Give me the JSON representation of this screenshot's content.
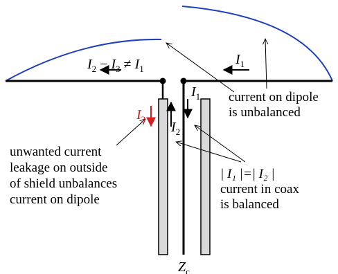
{
  "labels": {
    "top_current_diff": {
      "i2": "I",
      "i2_sub": "2",
      "minus": " − ",
      "i3": "I",
      "i3_sub": "3",
      "neq": " ≠ ",
      "i1": "I",
      "i1_sub": "1"
    },
    "right_current": {
      "sym": "I",
      "sub": "1"
    },
    "inner_current_1": {
      "sym": "I",
      "sub": "1"
    },
    "inner_current_2": {
      "sym": "I",
      "sub": "2"
    },
    "leak_current": {
      "sym": "I",
      "sub": "3"
    },
    "impedance": {
      "sym": "Z",
      "sub": "c"
    }
  },
  "notes": {
    "dipole_unbalanced": [
      "current on dipole",
      "is unbalanced"
    ],
    "leakage": [
      "unwanted current",
      "leakage on outside",
      "of shield unbalances",
      "current on dipole"
    ],
    "coax_balanced": [
      "| I₁ |=| I₂ |",
      "current in coax",
      "is balanced"
    ]
  },
  "colors": {
    "current_curve": "#1f3fbf",
    "leak_arrow": "#d62020",
    "line": "#000000",
    "shield_fill": "#d9d9d9"
  }
}
